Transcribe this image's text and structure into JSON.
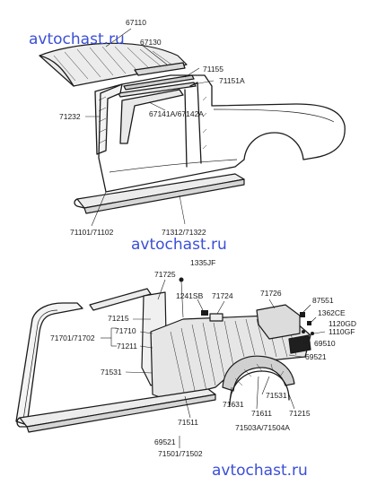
{
  "watermark": "avtochast.ru",
  "upper": {
    "labels": {
      "roof_panel": "67110",
      "roof_rail_front": "67130",
      "drip_moulding": "71155",
      "drip_moulding_a": "71151A",
      "pillar_outer": "71232",
      "roof_side_rail": "67141A/67142A",
      "side_outer_panel": "71101/71102",
      "side_sill": "71312/71322"
    }
  },
  "lower": {
    "labels": {
      "quarter_inner_top": "71725",
      "bolt_top": "1335JF",
      "grommet": "1241SB",
      "inner_bracket": "71724",
      "wheelhouse_ext": "71726",
      "clip_a": "87551",
      "nut_a": "1362CE",
      "screw_a": "1120GD",
      "screw_b": "1110GF",
      "lamp_housing": "69510",
      "reinforce_a": "71215",
      "reinforce_b": "71710",
      "pillar_inner": "71701/71702",
      "pillar_lower": "71211",
      "pad_side": "69521",
      "inner_panel": "71531",
      "wheelhouse_inner": "71631",
      "inner_panel_b": "71531",
      "wheelhouse_outer": "71611",
      "extension": "71215",
      "wheelhouse_assy": "71503A/71504A",
      "sill_inner": "71511",
      "pad_bottom": "69521",
      "side_panel_assy": "71501/71502"
    }
  }
}
